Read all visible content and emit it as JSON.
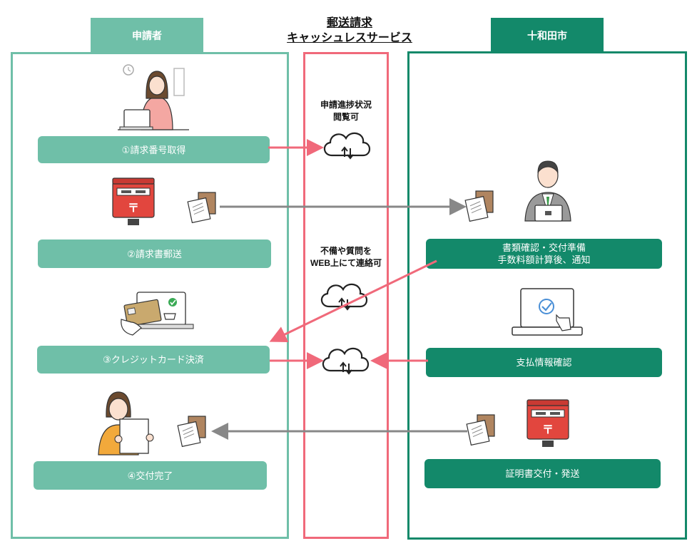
{
  "header": {
    "applicant_tab": "申請者",
    "city_tab": "十和田市",
    "title_line1": "郵送請求",
    "title_line2": "キャッシュレスサービス"
  },
  "applicant_steps": [
    "①請求番号取得",
    "②請求書郵送",
    "③クレジットカード決済",
    "④交付完了"
  ],
  "city_steps": {
    "review_line1": "書類確認・交付準備",
    "review_line2": "手数料額計算後、通知",
    "payment_check": "支払情報確認",
    "issue": "証明書交付・発送"
  },
  "center_notes": {
    "status_line1": "申請進捗状況",
    "status_line2": "閲覧可",
    "contact_line1": "不備や質問を",
    "contact_line2": "WEB上にて連絡可"
  },
  "postbox_mark": "〒",
  "colors": {
    "applicant_green": "#6fbfa8",
    "city_green": "#13896a",
    "center_pink": "#f0697a",
    "arrow_gray": "#888888"
  }
}
